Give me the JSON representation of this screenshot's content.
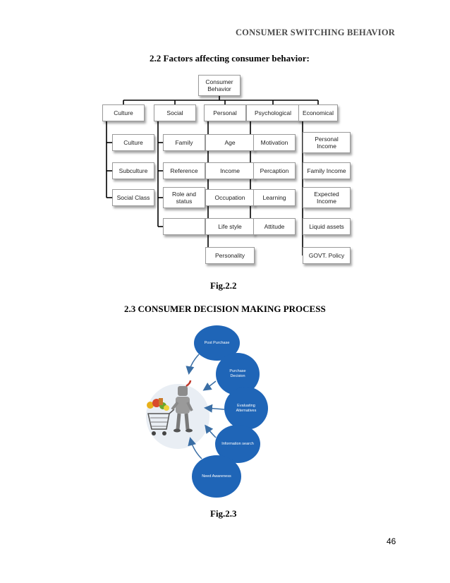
{
  "header": {
    "running_title": "CONSUMER SWITCHING BEHAVIOR"
  },
  "section_2_2": {
    "heading": "2.2 Factors affecting consumer behavior:"
  },
  "tree": {
    "root": "Consumer\nBehavior",
    "categories": [
      {
        "label": "Culture",
        "children": [
          "Culture",
          "Subculture",
          "Social Class"
        ]
      },
      {
        "label": "Social",
        "children": [
          "Family",
          "Reference",
          "Role and\nstatus",
          ""
        ]
      },
      {
        "label": "Personal",
        "children": [
          "Age",
          "Income",
          "Occupation",
          "Life style",
          "Personality"
        ]
      },
      {
        "label": "Psychological",
        "children": [
          "Motivation",
          "Percaption",
          "Learning",
          "Attitude"
        ]
      },
      {
        "label": "Economical",
        "children": [
          "Personal\nIncome",
          "Family Income",
          "Expected\nIncome",
          "Liquid assets",
          "GOVT. Policy"
        ]
      }
    ]
  },
  "fig_2_2": {
    "caption": "Fig.2.2"
  },
  "section_2_3": {
    "heading": "2.3 CONSUMER DECISION MAKING PROCESS"
  },
  "cycle": {
    "stages": [
      {
        "label": "Post Purchase"
      },
      {
        "label": "Purchase\nDecision"
      },
      {
        "label": "Evaluating\nAlternatives"
      },
      {
        "label": "Information search"
      },
      {
        "label": "Need Awareness"
      }
    ],
    "colors": {
      "circle": "#1f65b7",
      "arrow": "#3a6ea5"
    }
  },
  "fig_2_3": {
    "caption": "Fig.2.3"
  },
  "footer": {
    "page_number": "46"
  }
}
